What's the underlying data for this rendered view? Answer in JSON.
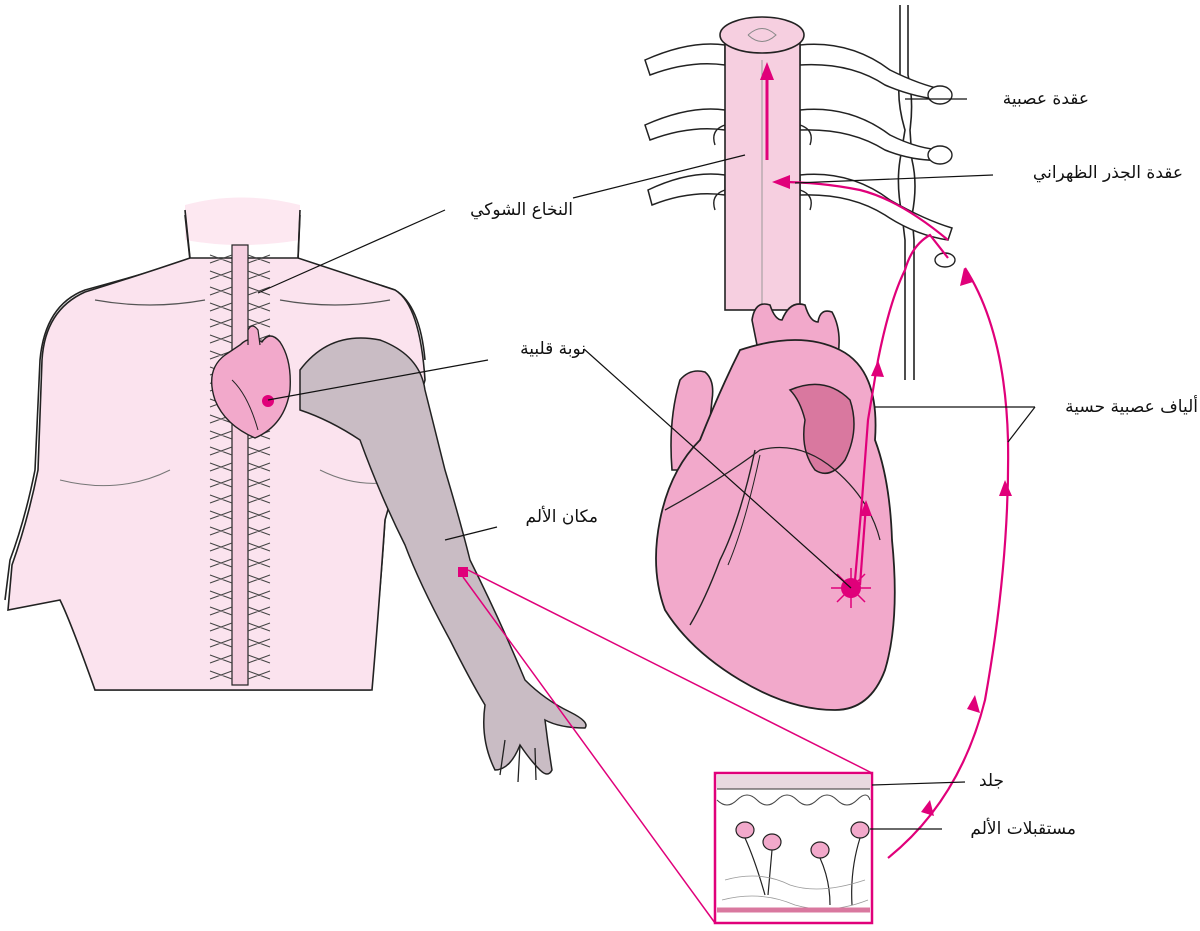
{
  "labels": {
    "spinal_cord": "النخاع الشوكي",
    "heart_attack": "نوبة قلبية",
    "pain_site": "مكان الألم",
    "ganglion": "عقدة عصبية",
    "dorsal_root_ganglion": "عقدة الجذر الظهراني",
    "sensory_nerve_fibers": "ألياف عصبية حسية",
    "skin": "جلد",
    "pain_receptors": "مستقبلات الألم"
  },
  "colors": {
    "body_skin": "#fbe3ee",
    "arm_shade": "#c9bcc4",
    "heart": "#f2a9cb",
    "heart_dark": "#d9789f",
    "nerve_pathway": "#e0007a",
    "spinal_cord": "#f6cfe0",
    "outline": "#222222",
    "leader_line": "#111111"
  }
}
